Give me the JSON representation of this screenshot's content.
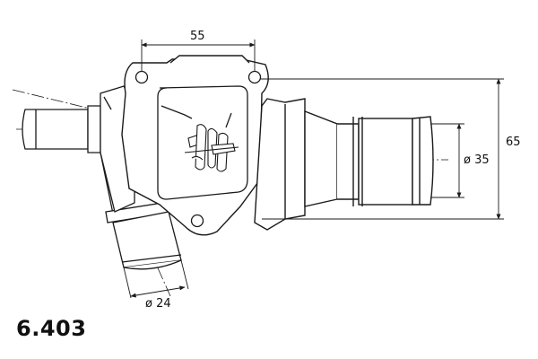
{
  "part_number": "6.403",
  "dimensions": {
    "mount_hole_spacing": "55",
    "overall_height": "65",
    "outlet_diameter": "ø 35",
    "hose_diameter": "ø 24"
  },
  "colors": {
    "line": "#1a1a1a",
    "background": "#ffffff"
  }
}
